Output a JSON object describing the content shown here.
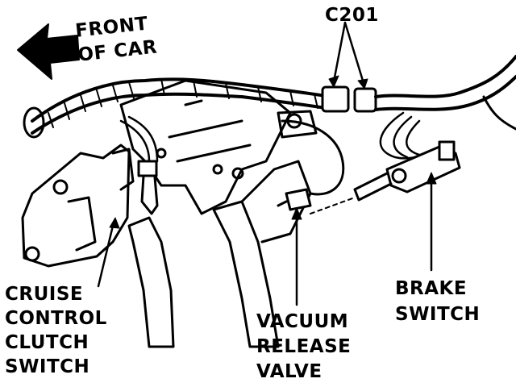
{
  "labels": {
    "front": [
      "FRONT",
      "OF CAR"
    ],
    "connector": "C201",
    "cruise_switch": [
      "CRUISE",
      "CONTROL",
      "CLUTCH",
      "SWITCH"
    ],
    "vacuum_valve": [
      "VACUUM",
      "RELEASE",
      "VALVE"
    ],
    "brake_switch": [
      "BRAKE",
      "SWITCH"
    ]
  },
  "colors": {
    "ink": "#000000",
    "paper": "#ffffff"
  },
  "icons": [
    "front-arrow-icon"
  ]
}
